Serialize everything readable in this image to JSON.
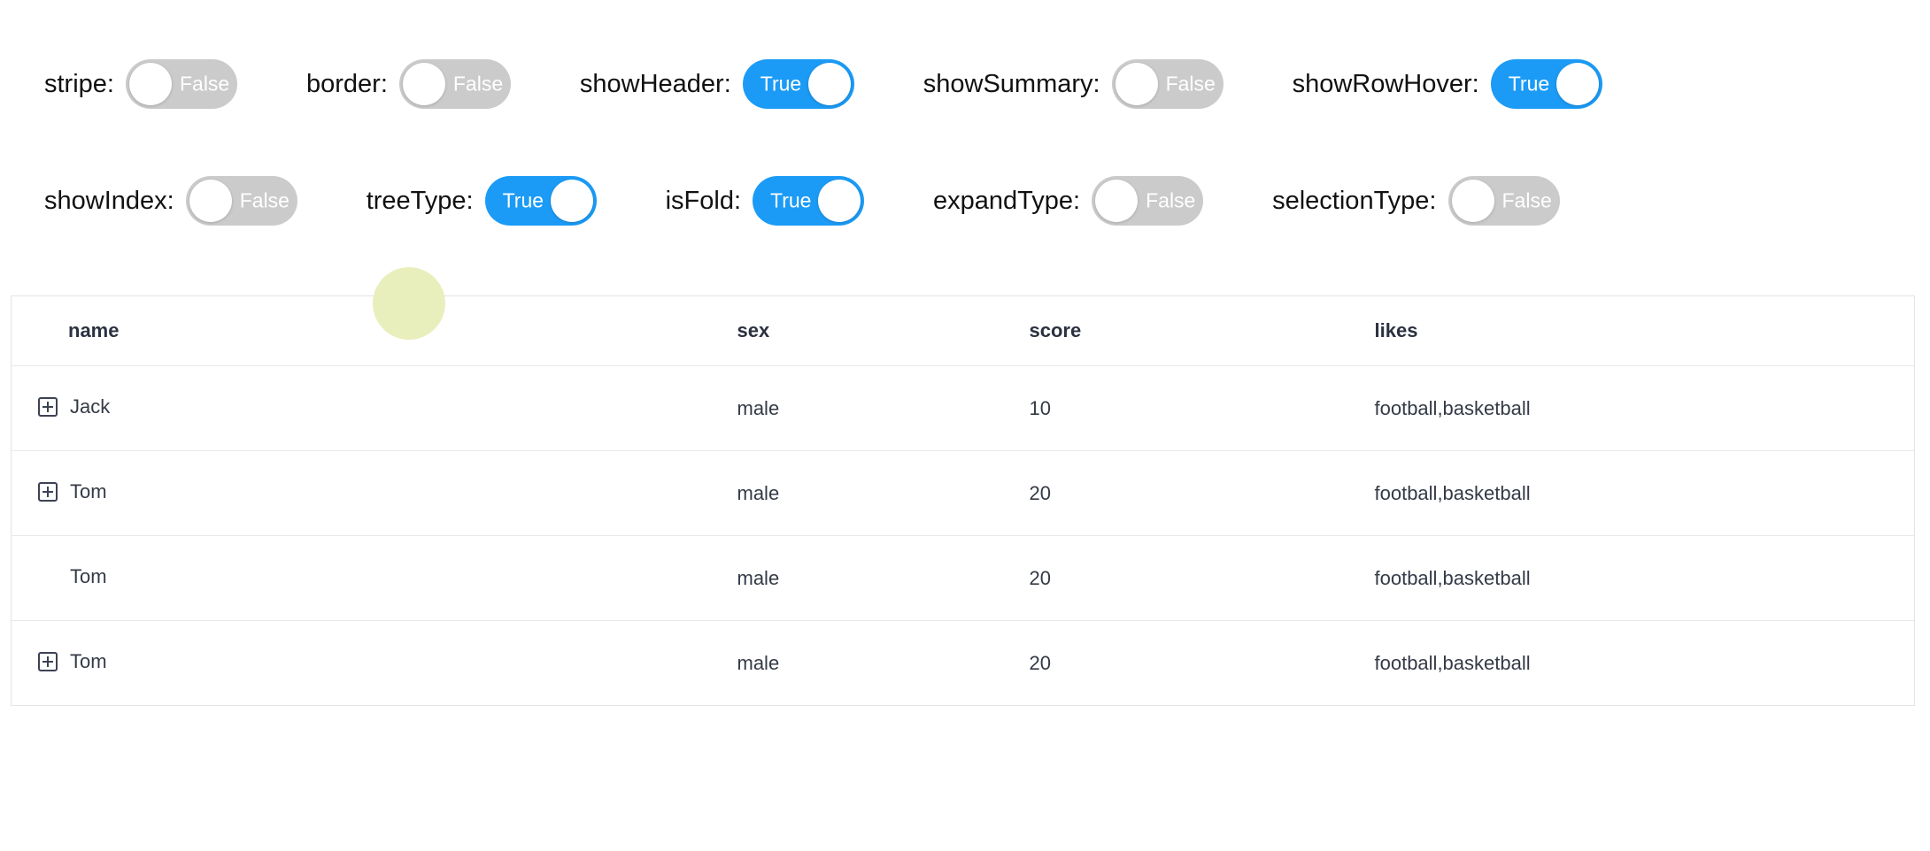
{
  "colors": {
    "switch_on": "#1b9bf6",
    "switch_off": "#cbcbcb",
    "header_text": "#2b3140",
    "body_text": "#343a46",
    "row_border": "#e9e9eb",
    "table_border": "#e2e4e7",
    "click_indicator": "#e9efbc"
  },
  "toggles": {
    "rows": [
      [
        {
          "id": "stripe",
          "label": "stripe:",
          "state": "False",
          "on": false
        },
        {
          "id": "border",
          "label": "border:",
          "state": "False",
          "on": false
        },
        {
          "id": "showHeader",
          "label": "showHeader:",
          "state": "True",
          "on": true
        },
        {
          "id": "showSummary",
          "label": "showSummary:",
          "state": "False",
          "on": false
        },
        {
          "id": "showRowHover",
          "label": "showRowHover:",
          "state": "True",
          "on": true
        }
      ],
      [
        {
          "id": "showIndex",
          "label": "showIndex:",
          "state": "False",
          "on": false
        },
        {
          "id": "treeType",
          "label": "treeType:",
          "state": "True",
          "on": true
        },
        {
          "id": "isFold",
          "label": "isFold:",
          "state": "True",
          "on": true
        },
        {
          "id": "expandType",
          "label": "expandType:",
          "state": "False",
          "on": false
        },
        {
          "id": "selectionType",
          "label": "selectionType:",
          "state": "False",
          "on": false
        }
      ]
    ]
  },
  "table": {
    "columns": [
      {
        "key": "name",
        "label": "name"
      },
      {
        "key": "sex",
        "label": "sex"
      },
      {
        "key": "score",
        "label": "score"
      },
      {
        "key": "likes",
        "label": "likes"
      }
    ],
    "rows": [
      {
        "name": "Jack",
        "sex": "male",
        "score": "10",
        "likes": "football,basketball",
        "expandable": true
      },
      {
        "name": "Tom",
        "sex": "male",
        "score": "20",
        "likes": "football,basketball",
        "expandable": true
      },
      {
        "name": "Tom",
        "sex": "male",
        "score": "20",
        "likes": "football,basketball",
        "expandable": false
      },
      {
        "name": "Tom",
        "sex": "male",
        "score": "20",
        "likes": "football,basketball",
        "expandable": true
      }
    ]
  }
}
